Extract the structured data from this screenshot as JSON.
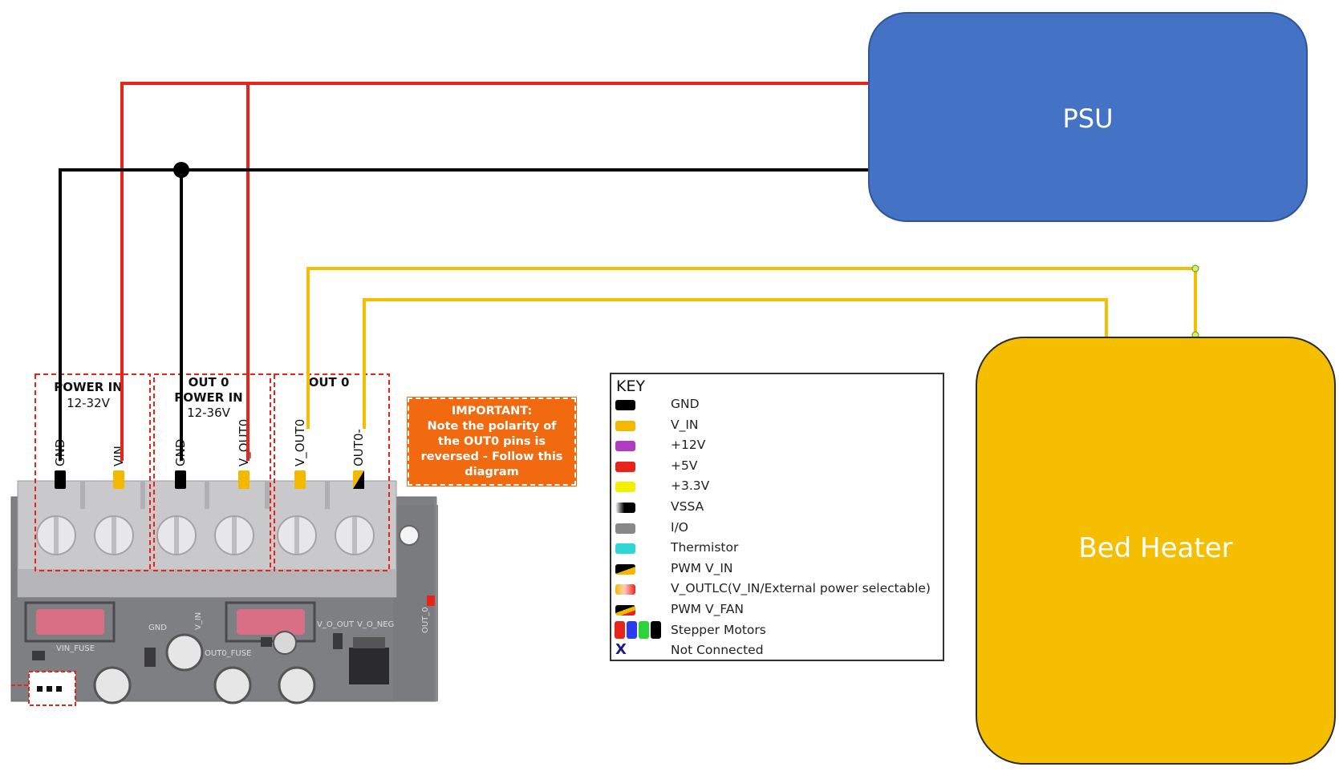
{
  "diagram": {
    "psu_label": "PSU",
    "heater_label": "Bed Heater",
    "board": {
      "power_in": {
        "title": "POWER IN",
        "voltage": "12-32V",
        "pins": [
          "GND",
          "VIN"
        ]
      },
      "out0_power_in": {
        "title_line1": "OUT 0",
        "title_line2": "POWER IN",
        "voltage": "12-36V",
        "pins": [
          "GND",
          "V_OUT0"
        ]
      },
      "out0": {
        "title": "OUT 0",
        "pins": [
          "V_OUT0",
          "OUT0-"
        ]
      },
      "silkscreen": [
        "GND",
        "V_IN",
        "VIN_FUSE",
        "OUT0_FUSE",
        "V_O_OUT",
        "V_O_NEG",
        "OUT_0"
      ]
    },
    "important_note": {
      "lines": [
        "IMPORTANT:",
        "Note the polarity of",
        "the OUT0 pins is",
        "reversed - Follow this",
        "diagram"
      ]
    },
    "key": {
      "title": "KEY",
      "items": [
        {
          "label": "GND",
          "color": "#000000",
          "swatch": "solid"
        },
        {
          "label": "V_IN",
          "color": "#f5b800",
          "swatch": "solid"
        },
        {
          "label": "+12V",
          "color": "#b03cc0",
          "swatch": "solid"
        },
        {
          "label": "+5V",
          "color": "#e8231a",
          "swatch": "solid"
        },
        {
          "label": "+3.3V",
          "color": "#f4ee00",
          "swatch": "solid"
        },
        {
          "label": "VSSA",
          "color": "#000000",
          "swatch": "gradient-white-black"
        },
        {
          "label": "I/O",
          "color": "#888888",
          "swatch": "solid"
        },
        {
          "label": "Thermistor",
          "color": "#2fd6d6",
          "swatch": "solid"
        },
        {
          "label": "PWM V_IN",
          "color": "#f5b800",
          "swatch": "diagonal-black-yellow"
        },
        {
          "label": "V_OUTLC(V_IN/External power selectable)",
          "color": "#e8231a",
          "swatch": "gradient-yellow-red"
        },
        {
          "label": "PWM V_FAN",
          "color": "#e8231a",
          "swatch": "diagonal-black-yellow-red"
        },
        {
          "label": "Stepper Motors",
          "colors": [
            "#e8231a",
            "#2a3cf0",
            "#2ad43a",
            "#000000"
          ],
          "swatch": "four-bars"
        },
        {
          "label": "Not Connected",
          "color": "#1a1a8c",
          "swatch": "x",
          "symbol": "X"
        }
      ]
    },
    "wire_colors": {
      "vin": "#e8231a",
      "gnd": "#000000",
      "heater": "#f5be00"
    }
  }
}
